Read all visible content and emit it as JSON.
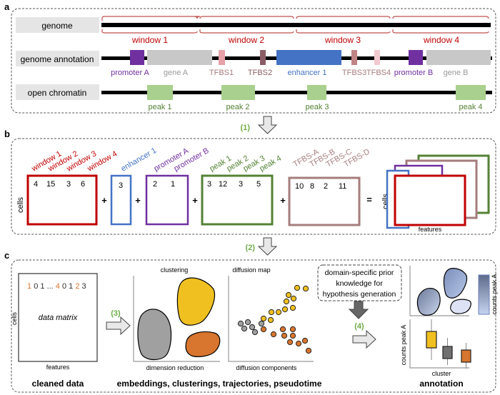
{
  "panel_a": {
    "letter": "a",
    "rows": {
      "genome": "genome",
      "annotation": "genome annotation",
      "chromatin": "open chromatin"
    },
    "windows": [
      "window 1",
      "window 2",
      "window 3",
      "window 4"
    ],
    "annotation_labels": {
      "promoter_a": "promoter A",
      "gene_a": "gene A",
      "tfbs1": "TFBS1",
      "tfbs2": "TFBS2",
      "enhancer1": "enhancer 1",
      "tfbs3": "TFBS3",
      "tfbs4": "TFBS4",
      "promoter_b": "promoter B",
      "gene_b": "gene B"
    },
    "peaks": [
      "peak 1",
      "peak 2",
      "peak 3",
      "peak 4"
    ]
  },
  "step1": "(1)",
  "step2": "(2)",
  "step3": "(3)",
  "step4": "(4)",
  "panel_b": {
    "letter": "b",
    "cells_label": "cells",
    "features_label": "features",
    "plus": "+",
    "equals": "=",
    "windows": {
      "headers": [
        "window 1",
        "window 2",
        "window 3",
        "window 4"
      ],
      "values": [
        "4",
        "15",
        "3",
        "6"
      ]
    },
    "enhancers": {
      "headers": [
        "enhancer 1"
      ],
      "values": [
        "3"
      ]
    },
    "promoters": {
      "headers": [
        "promoter A",
        "promoter B"
      ],
      "values": [
        "2",
        "1"
      ]
    },
    "peaks": {
      "headers": [
        "peak 1",
        "peak 2",
        "peak 3",
        "peak 4"
      ],
      "values": [
        "3",
        "12",
        "3",
        "5"
      ]
    },
    "tfbs": {
      "headers": [
        "TFBS-A",
        "TFBS-B",
        "TFBS-C",
        "TFBS-D"
      ],
      "values": [
        "10",
        "8",
        "2",
        "11"
      ]
    }
  },
  "panel_c": {
    "letter": "c",
    "matrix": {
      "row_values": [
        "1",
        "0",
        "1",
        "...",
        "4",
        "0",
        "1",
        "2",
        "3"
      ],
      "title": "data matrix",
      "cells_label": "cells",
      "features_label": "features",
      "caption": "cleaned data"
    },
    "clustering": {
      "title": "clustering",
      "xlabel": "dimension reduction"
    },
    "diffusion": {
      "title": "diffusion map",
      "xlabel": "diffusion components"
    },
    "middle_caption": "embeddings, clusterings, trajectories, pseudotime",
    "knowledge_box": [
      "domain-specific prior",
      "knowledge for",
      "hypothesis generation"
    ],
    "annotation": {
      "colorbar_label": "counts peak A",
      "ylabel": "counts peak A",
      "xlabel": "cluster",
      "caption": "annotation"
    }
  },
  "colors": {
    "window": "#c00000",
    "enhancer": "#4472c4",
    "promoter": "#7030a0",
    "peak": "#548235",
    "peak_fill": "#a9d08e",
    "tfbs": "#a67c7c",
    "gene": "#c8c8c8",
    "step": "#70ad47",
    "yellow": "#f0c020",
    "orange": "#d8752f",
    "gray": "#a0a0a0"
  }
}
